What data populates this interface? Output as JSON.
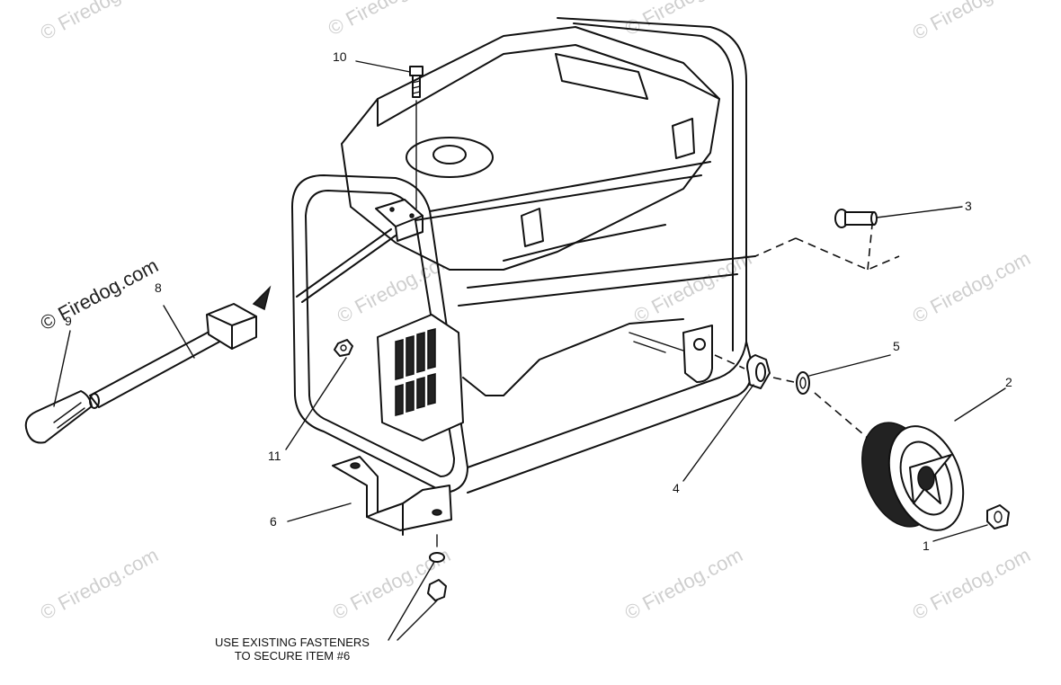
{
  "watermark": {
    "text": "© Firedog.com",
    "text_prominent": "© Firedog.com"
  },
  "callouts": {
    "c1": "1",
    "c2": "2",
    "c3": "3",
    "c4": "4",
    "c5": "5",
    "c6": "6",
    "c8": "8",
    "c9": "9",
    "c10": "10",
    "c11": "11"
  },
  "note": {
    "line1": "USE EXISTING FASTENERS",
    "line2": "TO SECURE ITEM #6"
  }
}
